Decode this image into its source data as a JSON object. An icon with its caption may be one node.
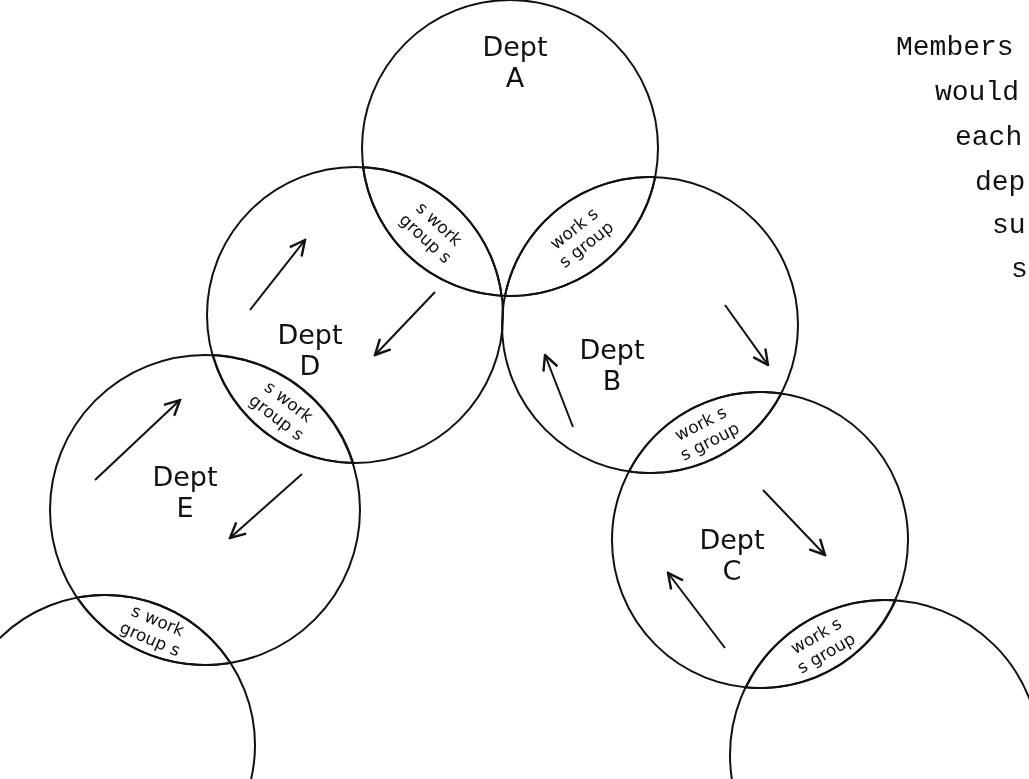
{
  "diagram": {
    "nodes": [
      {
        "text": [
          "Dept A"
        ]
      },
      {
        "text": [
          "s work",
          "group s"
        ]
      },
      {
        "text": [
          "work s",
          "s group"
        ]
      },
      {
        "text": [
          "Dept D"
        ]
      },
      {
        "text": [
          "Dept B"
        ]
      },
      {
        "text": [
          "s work",
          "group s"
        ]
      },
      {
        "text": [
          "work s",
          "s group"
        ]
      },
      {
        "text": [
          "Dept E"
        ]
      },
      {
        "text": [
          "Dept C"
        ]
      },
      {
        "text": [
          "s work",
          "group s"
        ]
      },
      {
        "text": [
          "work s",
          "s group"
        ]
      },
      {
        "text": [],
        "shape": "circle"
      },
      {
        "text": [],
        "shape": "circle"
      }
    ],
    "labels": [
      "Members",
      "would",
      "each",
      "dep",
      "su",
      "s"
    ]
  }
}
